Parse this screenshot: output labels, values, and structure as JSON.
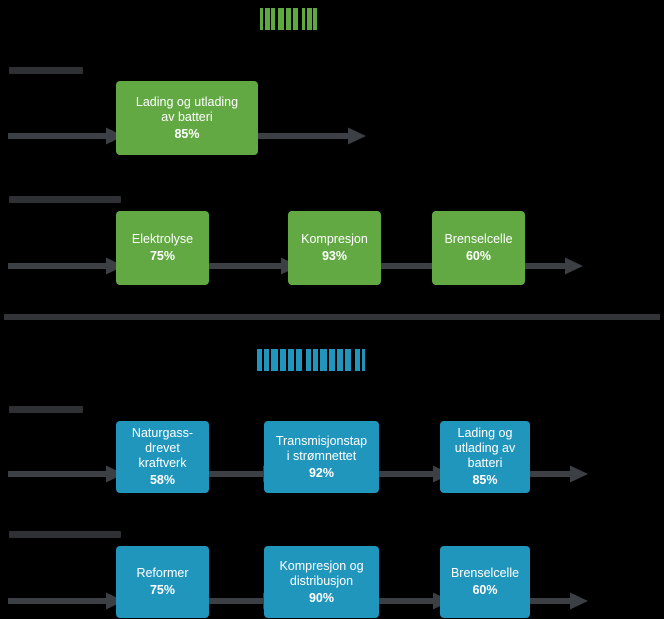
{
  "diagram": {
    "background_color": "#000000",
    "green_color": "#62a943",
    "blue_color": "#2196bd",
    "arrow_color": "#3c3f43",
    "redaction_color": "#2e3033",
    "sections": [
      {
        "name": "green-section",
        "title_text": "",
        "title_obscured": true,
        "title_color": "#62a943",
        "rows": [
          {
            "name": "battery-row",
            "row_label_text": "",
            "row_label_obscured": true,
            "nodes": [
              {
                "label": "Lading og utlading\nav batteri",
                "value": "85%",
                "color": "green"
              }
            ]
          },
          {
            "name": "hydrogen-row",
            "row_label_text": "",
            "row_label_obscured": true,
            "nodes": [
              {
                "label": "Elektrolyse",
                "value": "75%",
                "color": "green"
              },
              {
                "label": "Kompresjon",
                "value": "93%",
                "color": "green"
              },
              {
                "label": "Brenselcelle",
                "value": "60%",
                "color": "green"
              }
            ]
          }
        ]
      },
      {
        "name": "blue-section",
        "title_text": "",
        "title_obscured": true,
        "title_color": "#2196bd",
        "rows": [
          {
            "name": "naturgass-battery-row",
            "row_label_text": "",
            "row_label_obscured": true,
            "nodes": [
              {
                "label": "Naturgass-\ndrevet\nkraftverk",
                "value": "58%",
                "color": "blue"
              },
              {
                "label": "Transmisjonstap\ni strømnettet",
                "value": "92%",
                "color": "blue"
              },
              {
                "label": "Lading og\nutlading av\nbatteri",
                "value": "85%",
                "color": "blue"
              }
            ]
          },
          {
            "name": "reformer-row",
            "row_label_text": "",
            "row_label_obscured": true,
            "nodes": [
              {
                "label": "Reformer",
                "value": "75%",
                "color": "blue"
              },
              {
                "label": "Kompresjon og\ndistribusjon",
                "value": "90%",
                "color": "blue"
              },
              {
                "label": "Brenselcelle",
                "value": "60%",
                "color": "blue"
              }
            ]
          }
        ]
      }
    ]
  }
}
